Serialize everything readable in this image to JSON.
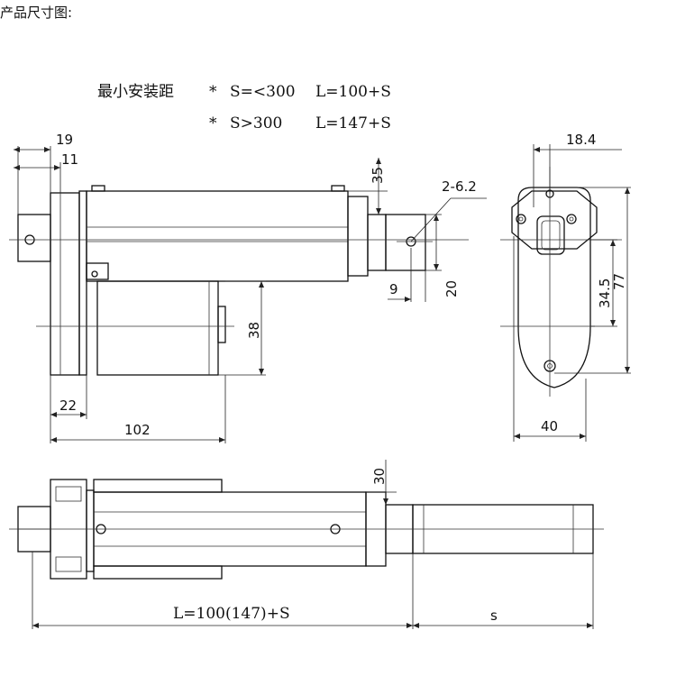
{
  "header": {
    "title": "产品尺寸图:"
  },
  "notes": {
    "min_install_label": "最小安装距",
    "star1": "*",
    "star2": "*",
    "cond1": "S=<300",
    "formula1": "L=100+S",
    "cond2": "S>300",
    "formula2": "L=147+S"
  },
  "dimensions": {
    "d19": "19",
    "d11": "11",
    "d35": "35",
    "hole": "2-6.2",
    "d9": "9",
    "d20": "20",
    "d38": "38",
    "d22": "22",
    "d102": "102",
    "d18_4": "18.4",
    "d34_5": "34.5",
    "d77": "77",
    "d40": "40",
    "d30": "30",
    "length": "L=100(147)+S",
    "stroke": "s"
  }
}
